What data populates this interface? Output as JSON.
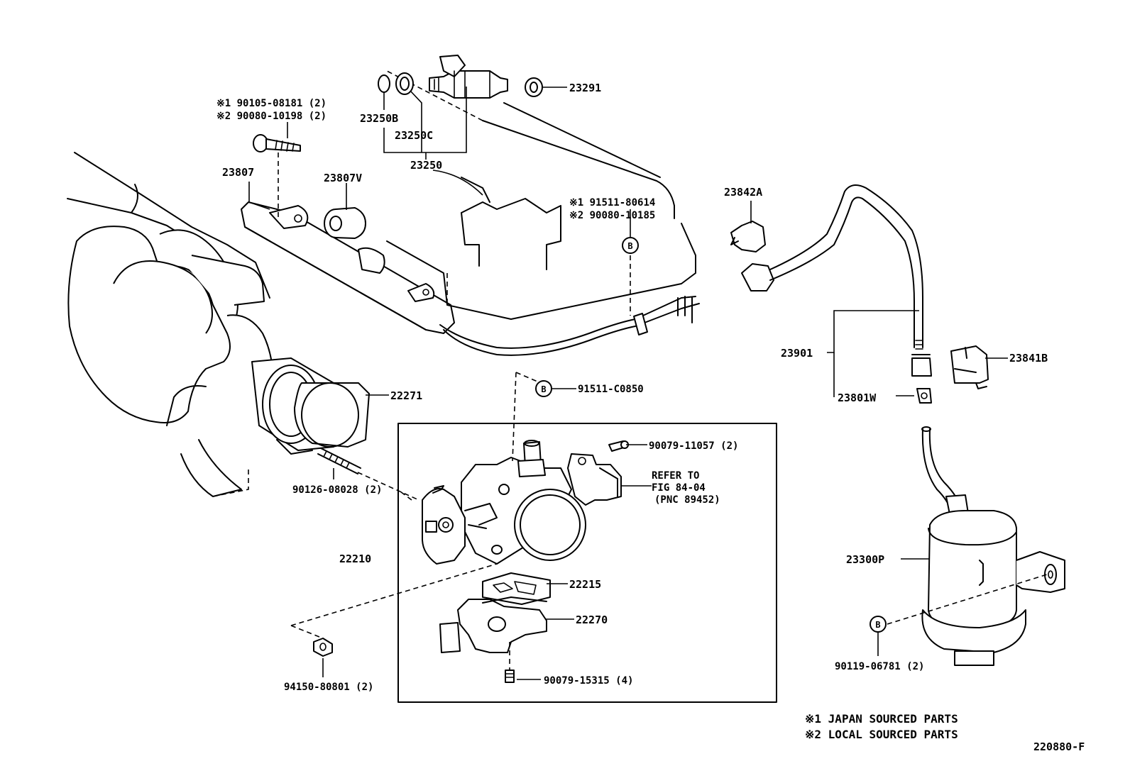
{
  "diagram": {
    "figure_code": "220880-F",
    "legend": {
      "note1": "※1 JAPAN SOURCED PARTS",
      "note2": "※2 LOCAL SOURCED PARTS"
    },
    "callouts": {
      "bolt_top_1": "※1 90105-08181 (2)",
      "bolt_top_2": "※2 90080-10198 (2)",
      "p23807": "23807",
      "p23807V": "23807V",
      "p23250B": "23250B",
      "p23250C": "23250C",
      "p23250": "23250",
      "p23291": "23291",
      "bolt_b_1": "※1 91511-80614",
      "bolt_b_2": "※2 90080-10185",
      "p23842A": "23842A",
      "p23901": "23901",
      "p23841B": "23841B",
      "p23801W": "23801W",
      "p22271": "22271",
      "p91511C0850": "91511-C0850",
      "p90079_11057": "90079-11057 (2)",
      "refer_1": "REFER TO",
      "refer_2": "FIG 84-04",
      "refer_3": "(PNC 89452)",
      "p90126": "90126-08028 (2)",
      "p22210": "22210",
      "p22215": "22215",
      "p22270": "22270",
      "p94150": "94150-80801 (2)",
      "p90079_15315": "90079-15315 (4)",
      "p23300P": "23300P",
      "p90119": "90119-06781 (2)"
    },
    "markers": {
      "b1": "B",
      "b2": "B",
      "b3": "B"
    }
  }
}
